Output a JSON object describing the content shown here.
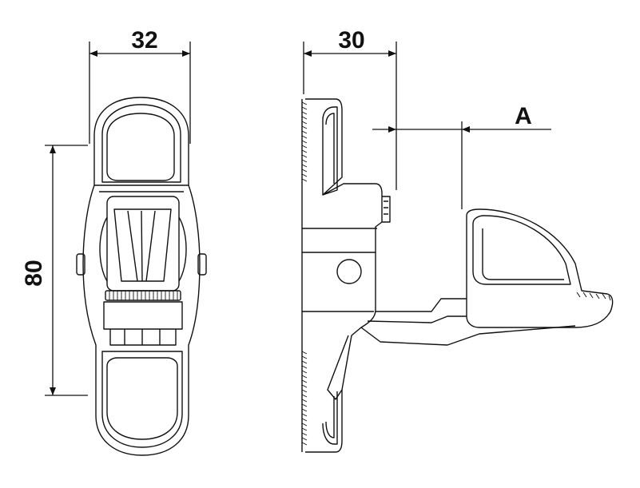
{
  "dimensions": {
    "front_width": "32",
    "side_width": "30",
    "height": "80",
    "offset_label": "A"
  }
}
